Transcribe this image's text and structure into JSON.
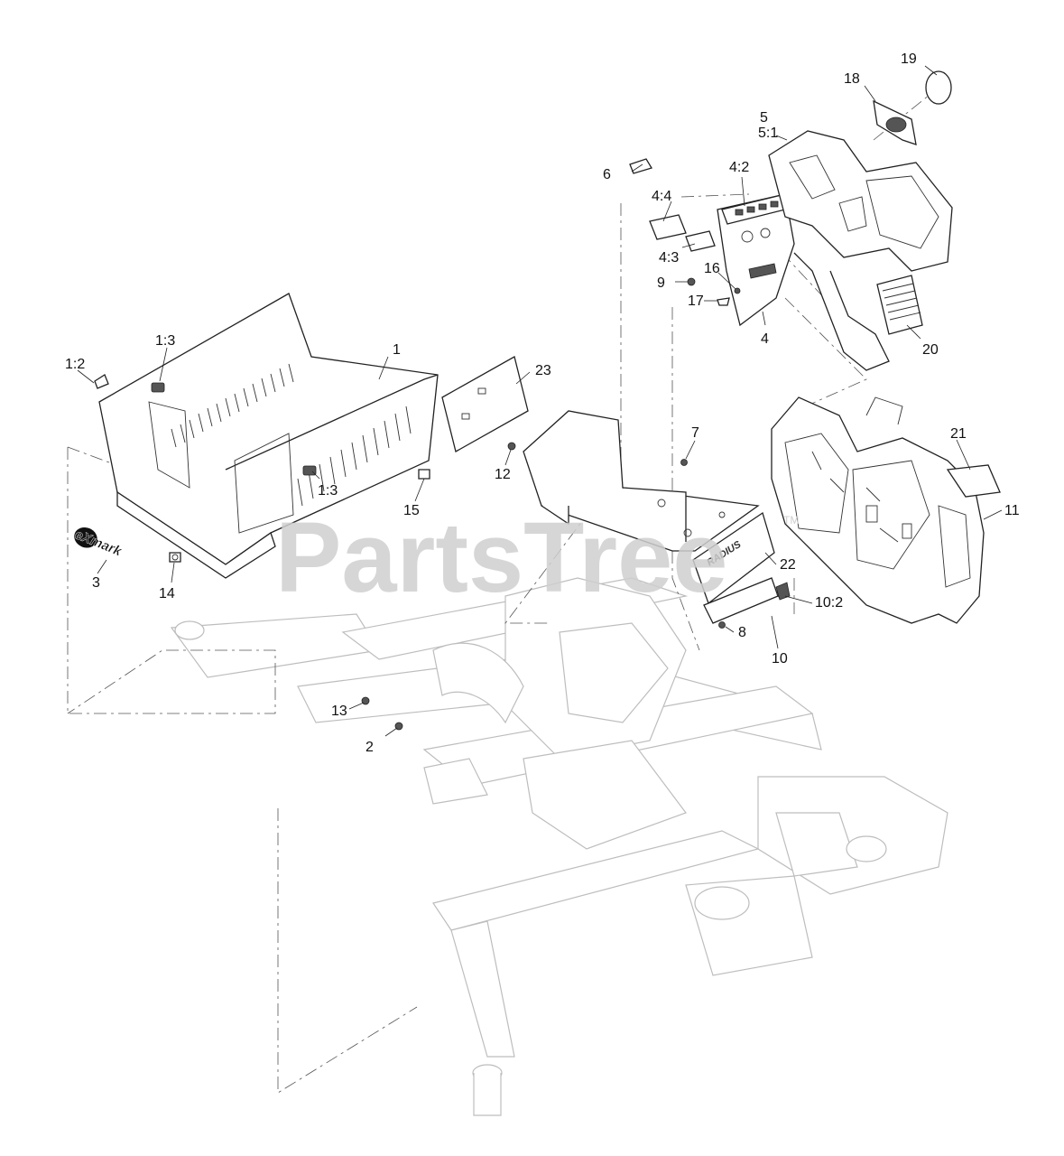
{
  "watermark": {
    "text": "PartsTree",
    "trademark": "TM"
  },
  "logo": {
    "text": "eXmark"
  },
  "decal_text": {
    "text": "RADIUS"
  },
  "callouts": [
    {
      "id": "c19",
      "label": "19"
    },
    {
      "id": "c18",
      "label": "18"
    },
    {
      "id": "c5",
      "label": "5"
    },
    {
      "id": "c5_1",
      "label": "5:1"
    },
    {
      "id": "c6",
      "label": "6"
    },
    {
      "id": "c4_2",
      "label": "4:2"
    },
    {
      "id": "c4_4",
      "label": "4:4"
    },
    {
      "id": "c4_3",
      "label": "4:3"
    },
    {
      "id": "c9",
      "label": "9"
    },
    {
      "id": "c16",
      "label": "16"
    },
    {
      "id": "c17",
      "label": "17"
    },
    {
      "id": "c4",
      "label": "4"
    },
    {
      "id": "c20",
      "label": "20"
    },
    {
      "id": "c1_3a",
      "label": "1:3"
    },
    {
      "id": "c1_2",
      "label": "1:2"
    },
    {
      "id": "c1",
      "label": "1"
    },
    {
      "id": "c23",
      "label": "23"
    },
    {
      "id": "c7",
      "label": "7"
    },
    {
      "id": "c21",
      "label": "21"
    },
    {
      "id": "c12",
      "label": "12"
    },
    {
      "id": "c11",
      "label": "11"
    },
    {
      "id": "c1_3b",
      "label": "1:3"
    },
    {
      "id": "c15",
      "label": "15"
    },
    {
      "id": "c3",
      "label": "3"
    },
    {
      "id": "c14",
      "label": "14"
    },
    {
      "id": "c22",
      "label": "22"
    },
    {
      "id": "c10_2",
      "label": "10:2"
    },
    {
      "id": "c8",
      "label": "8"
    },
    {
      "id": "c10",
      "label": "10"
    },
    {
      "id": "c13",
      "label": "13"
    },
    {
      "id": "c2",
      "label": "2"
    }
  ]
}
